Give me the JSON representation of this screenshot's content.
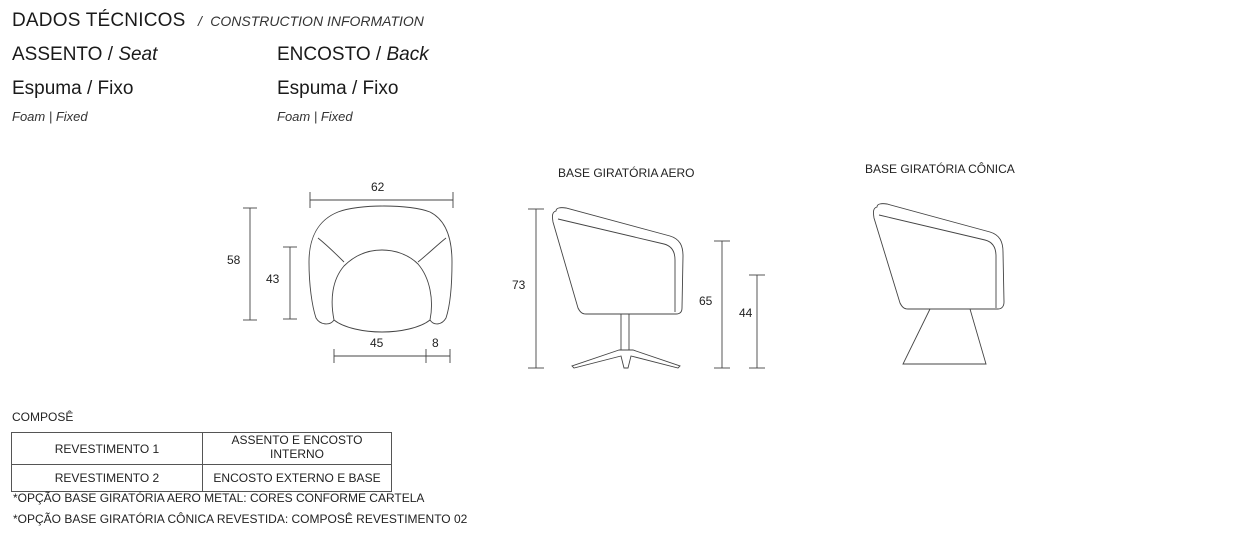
{
  "header": {
    "title": "DADOS TÉCNICOS",
    "separator": "/",
    "subtitle": "CONSTRUCTION INFORMATION"
  },
  "seat": {
    "label_pt": "ASSENTO",
    "label_sep": " / ",
    "label_en": "Seat",
    "material": "Espuma / Fixo",
    "material_en": "Foam | Fixed"
  },
  "back": {
    "label_pt": "ENCOSTO",
    "label_sep": " / ",
    "label_en": "Back",
    "material": "Espuma / Fixo",
    "material_en": "Foam | Fixed"
  },
  "drawings": {
    "top_view": {
      "width": "62",
      "depth": "58",
      "seat_depth": "43",
      "seat_width": "45",
      "arm_width": "8"
    },
    "aero": {
      "caption": "BASE GIRATÓRIA AERO",
      "total_height": "73",
      "arm_height": "65",
      "seat_height": "44"
    },
    "conica": {
      "caption": "BASE GIRATÓRIA CÔNICA"
    }
  },
  "compose": {
    "title": "COMPOSÊ",
    "rows": [
      {
        "name": "REVESTIMENTO 1",
        "value": "ASSENTO E ENCOSTO INTERNO"
      },
      {
        "name": "REVESTIMENTO 2",
        "value": "ENCOSTO EXTERNO E BASE"
      }
    ]
  },
  "notes": [
    "*OPÇÃO BASE GIRATÓRIA AERO METAL: CORES CONFORME CARTELA",
    "*OPÇÃO BASE GIRATÓRIA CÔNICA REVESTIDA: COMPOSÊ REVESTIMENTO 02"
  ]
}
